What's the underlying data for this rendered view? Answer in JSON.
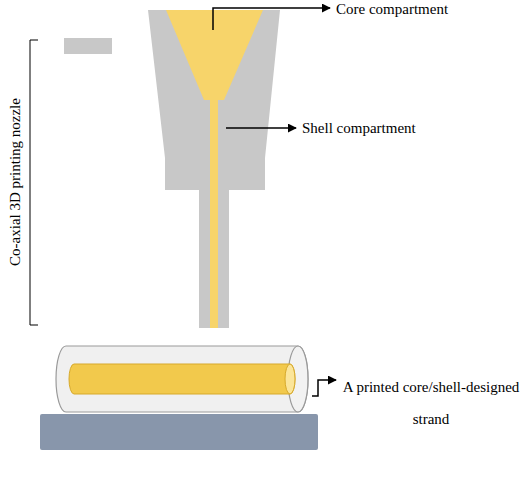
{
  "diagram": {
    "labels": [
      "Core compartment",
      "Shell compartment",
      "Co-axial 3D printing nozzle",
      "A printed core/shell-designed strand"
    ]
  }
}
